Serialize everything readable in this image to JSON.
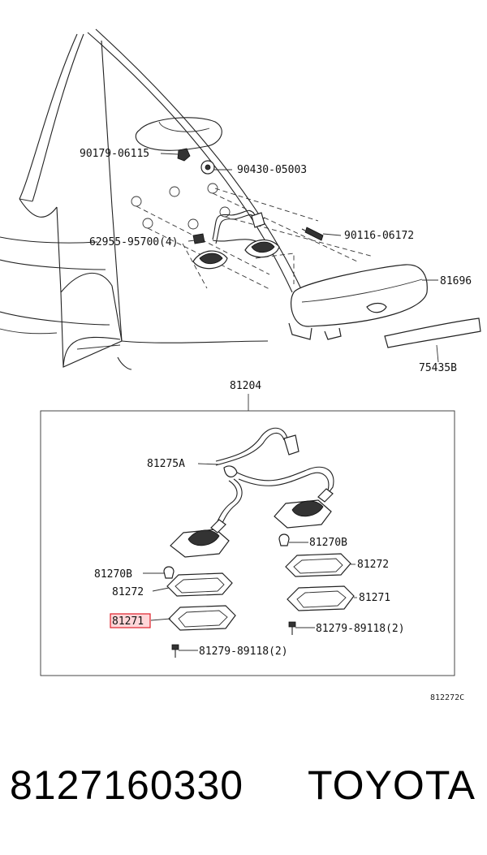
{
  "diagram": {
    "callouts": {
      "c90179": "90179-06115",
      "c90430": "90430-05003",
      "c90116": "90116-06172",
      "c62955": "62955-95700(4)",
      "c81696": "81696",
      "c75435": "75435B",
      "c81204": "81204",
      "c81275A": "81275A",
      "c81270B_r": "81270B",
      "c81272_r": "81272",
      "c81271_r": "81271",
      "c81279_r": "81279-89118(2)",
      "c81270B_l": "81270B",
      "c81272_l": "81272",
      "c81271_l": "81271",
      "c81279_l": "81279-89118(2)"
    },
    "highlighted_part": "81271",
    "highlight_color": "#e0202a",
    "drawing_code": "812272C"
  },
  "footer": {
    "part_number": "8127160330",
    "brand": "TOYOTA"
  }
}
